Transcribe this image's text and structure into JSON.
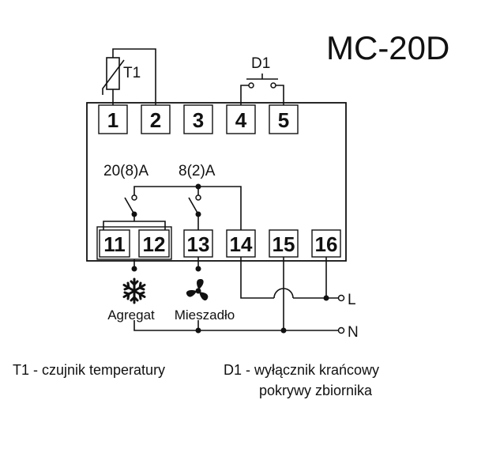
{
  "title": "MC-20D",
  "terminals": [
    "1",
    "2",
    "3",
    "4",
    "5",
    "11",
    "12",
    "13",
    "14",
    "15",
    "16"
  ],
  "components": {
    "sensor": "T1",
    "switch": "D1",
    "relay1_rating": "20(8)A",
    "relay2_rating": "8(2)A"
  },
  "loads": {
    "compressor": "Agregat",
    "fan": "Mieszadło"
  },
  "supply": {
    "line": "L",
    "neutral": "N"
  },
  "legend": {
    "t1": "T1 - czujnik temperatury",
    "d1_line1": "D1 - wyłącznik krańcowy",
    "d1_line2": "pokrywy zbiornika"
  },
  "icons": {
    "compressor": "snowflake-icon",
    "fan": "fan-icon"
  }
}
